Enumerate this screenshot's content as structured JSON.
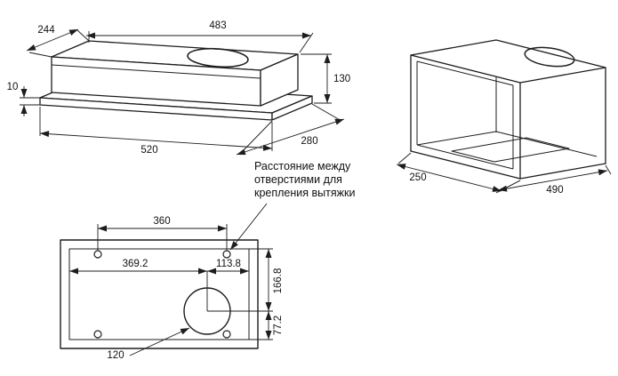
{
  "drawing": {
    "hood": {
      "top_depth": "244",
      "top_width": "483",
      "height": "130",
      "flange_thickness": "10",
      "bottom_width": "520",
      "bottom_depth": "280"
    },
    "niche": {
      "depth": "250",
      "width": "490"
    },
    "template": {
      "hole_spacing": "360",
      "duct_offset_left": "369.2",
      "duct_offset_right": "113.8",
      "duct_offset_top": "166.8",
      "duct_offset_bottom": "77.2",
      "duct_diameter": "120"
    },
    "note": {
      "line1": "Расстояние между",
      "line2": "отверстиями для",
      "line3": "крепления вытяжки"
    },
    "colors": {
      "line": "#1d1d1d",
      "background": "#ffffff"
    }
  }
}
